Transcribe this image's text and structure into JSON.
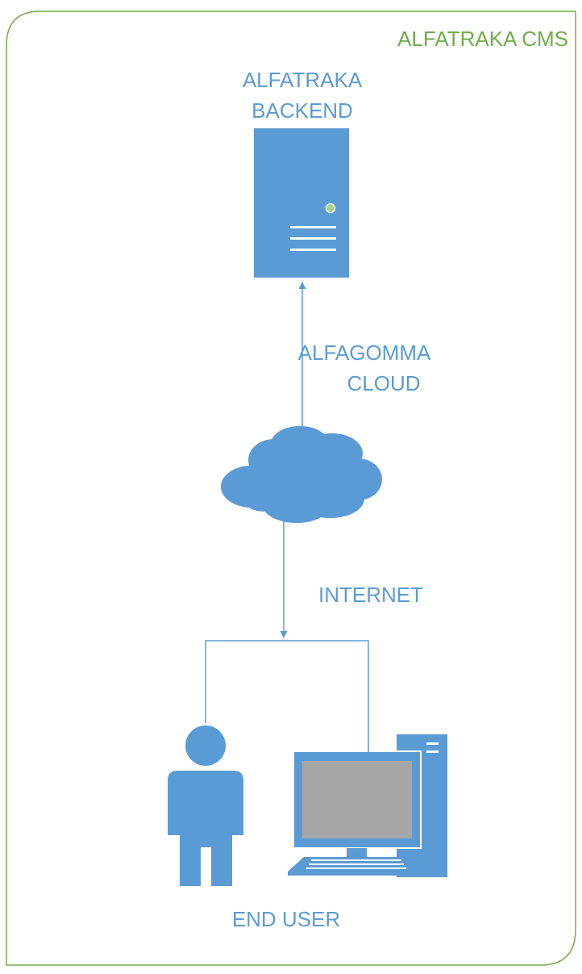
{
  "diagram": {
    "container_label": "ALFATRAKA CMS",
    "backend_label_line1": "ALFATRAKA",
    "backend_label_line2": "BACKEND",
    "cloud_label_line1": "ALFAGOMMA",
    "cloud_label_line2": "CLOUD",
    "internet_label": "INTERNET",
    "end_user_label": "END USER"
  },
  "icons": {
    "server": "server-icon",
    "cloud": "cloud-icon",
    "person": "person-icon",
    "computer": "desktop-computer-icon"
  },
  "colors": {
    "frame": "#70AD47",
    "container_text": "#70AD47",
    "label_text": "#5B9BD5",
    "shape_fill": "#5B9BD5",
    "screen_fill": "#A6A6A6",
    "status_led": "#A9D18E",
    "connector": "#5B9BD5"
  }
}
